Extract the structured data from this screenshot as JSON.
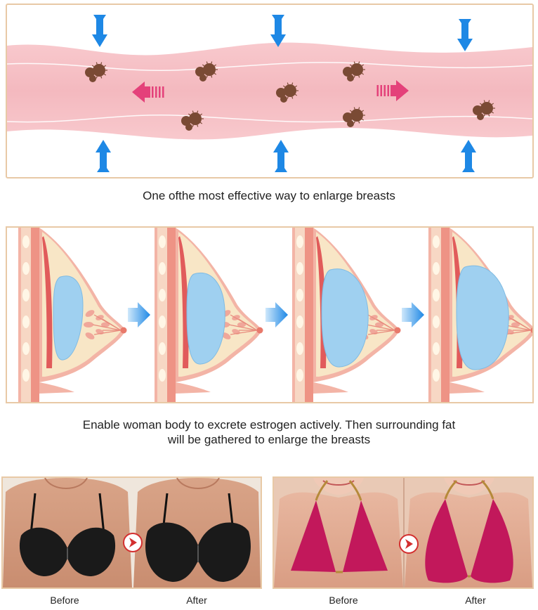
{
  "captions": {
    "vessel": "One ofthe most effective way to enlarge breasts",
    "stages_line1": "Enable woman body to excrete estrogen actively. Then surrounding fat",
    "stages_line2": "will be gathered to enlarge the breasts"
  },
  "photos": {
    "left_before": "Before",
    "left_after": "After",
    "right_before": "Before",
    "right_after": "After"
  },
  "icons": {
    "compress_arrow": "blue-arrow-icon",
    "flow_arrow": "pink-arrow-icon",
    "stage_arrow": "blue-chevron-icon",
    "next_arrow": "red-circle-arrow-icon"
  },
  "colors": {
    "vessel": "#f6c4c8",
    "arrow_blue": "#1e88e5",
    "arrow_pink": "#e4417a",
    "cells": "#7a4a34",
    "border": "#e8c9a6",
    "implant": "#9fd0f0",
    "fat": "#f8e6c6",
    "skin": "#f0a79a"
  }
}
